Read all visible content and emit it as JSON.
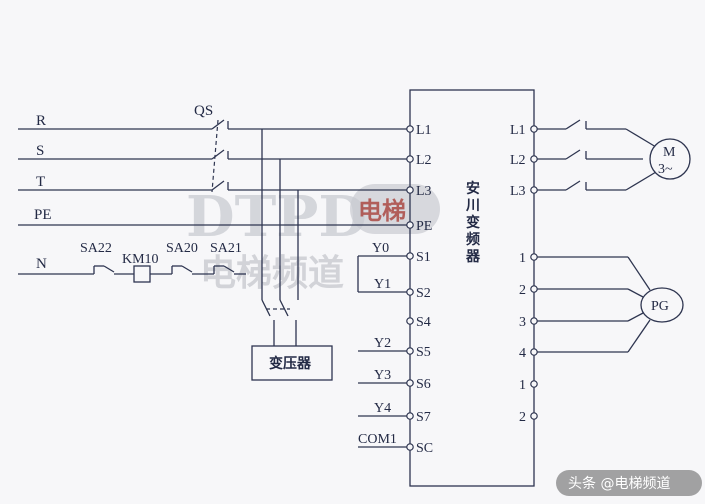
{
  "lines": {
    "r": "R",
    "s": "S",
    "t": "T",
    "pe": "PE",
    "n": "N"
  },
  "qs": "QS",
  "switches": {
    "sa22": "SA22",
    "km10": "KM10",
    "sa20": "SA20",
    "sa21": "SA21"
  },
  "transformer": "变压器",
  "vfd": {
    "name_chars": [
      "安",
      "川",
      "变",
      "频",
      "器"
    ]
  },
  "left_terminals": [
    "L1",
    "L2",
    "L3",
    "PE",
    "S1",
    "S2",
    "S4",
    "S5",
    "S6",
    "S7",
    "SC"
  ],
  "inputs": [
    "Y0",
    "Y1",
    "Y2",
    "Y3",
    "Y4",
    "COM1"
  ],
  "right_terminals": [
    "L1",
    "L2",
    "L3",
    "1",
    "2",
    "3",
    "4",
    "1",
    "2"
  ],
  "motor": {
    "name": "M",
    "phase": "3~"
  },
  "encoder": "PG",
  "watermark": {
    "brand": "DTPD",
    "badge": "电梯",
    "subtitle": "电梯频道"
  },
  "footer": "头条 @电梯频道"
}
